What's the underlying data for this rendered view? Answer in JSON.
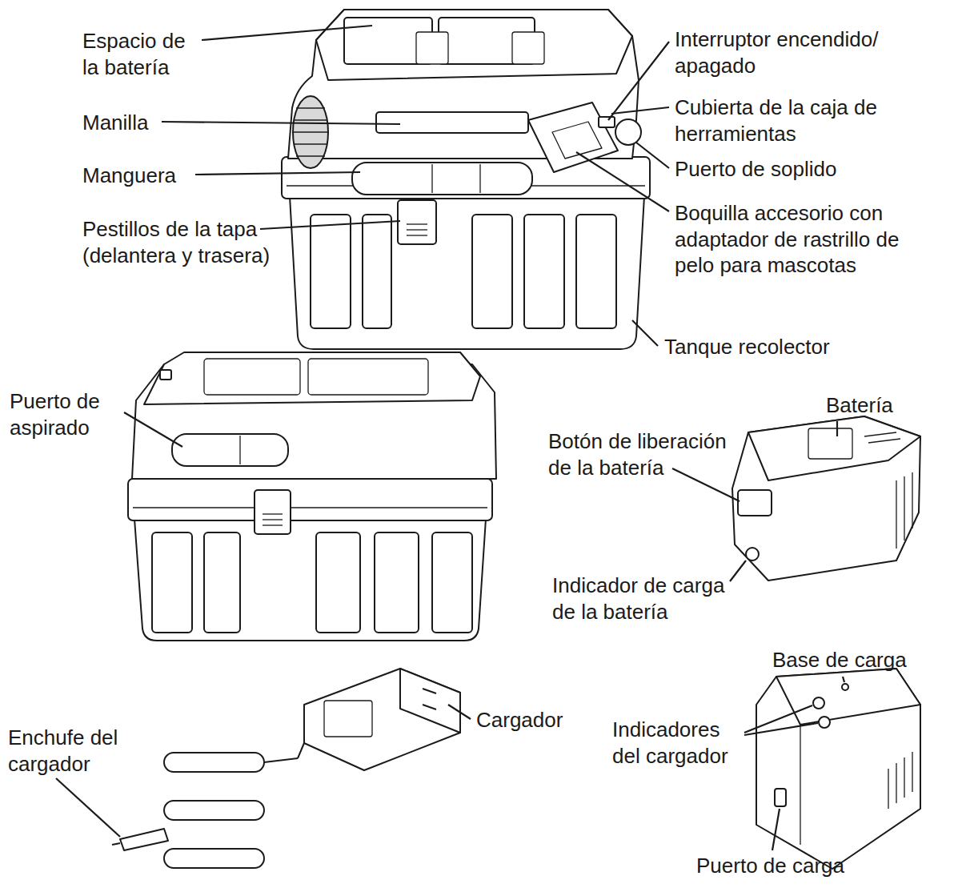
{
  "diagram": {
    "labels": [
      "Espacio de la batería",
      "Manilla",
      "Manguera",
      "Pestillos de la tapa (delantera y trasera)",
      "Interruptor encendido/ apagado",
      "Cubierta de la caja de herramientas",
      "Puerto de soplido",
      "Boquilla accesorio con adaptador de rastrillo de pelo para mascotas",
      "Tanque recolector",
      "Puerto de aspirado",
      "Batería",
      "Botón de liberación de la batería",
      "Indicador de carga de la batería",
      "Base de carga",
      "Indicadores del cargador",
      "Puerto de carga",
      "Enchufe del cargador",
      "Cargador"
    ]
  }
}
